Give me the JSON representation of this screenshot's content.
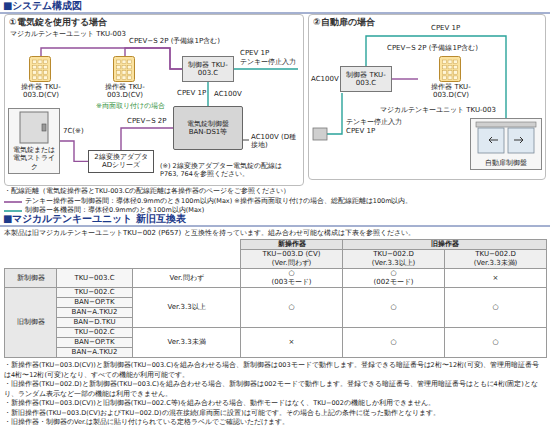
{
  "diagram": {
    "title": "■システム構成図",
    "nodes": [
      {
        "text": [
          "①電気錠を使用する場合"
        ]
      },
      {
        "text": [
          "操作器 TKU-003.D(CV)"
        ],
        "in": 0
      },
      {
        "text": [
          "操作器 TKU-003.D(CV)"
        ],
        "in": 0
      },
      {
        "text": [
          "制御器 TKU-003.C"
        ],
        "in": 0
      },
      {
        "text": [
          "電気錠制御盤 BAN-DS1等"
        ],
        "in": 0
      },
      {
        "text": [
          "2線変換アダプタ ADシリーズ"
        ],
        "in": 0
      },
      {
        "text": [
          "電気錠または電気ストライク"
        ],
        "in": 0
      },
      {
        "text": [
          "②自動扉の場合"
        ]
      },
      {
        "text": [
          "制御器 TKU-003.C"
        ],
        "in": 7
      },
      {
        "text": [
          "操作器 TKU-003.D(CV)"
        ],
        "in": 7
      },
      {
        "text": [
          "自動扉制御盤"
        ],
        "in": 7
      }
    ],
    "edges": [
      {
        "from": 1,
        "to": 3,
        "label": "CPEV−S 2P (予備線1P含む)",
        "arrow": "none"
      },
      {
        "from": 2,
        "to": 3,
        "arrow": "none"
      },
      {
        "from": 3,
        "to": 4,
        "label": "CPEV 1P",
        "arrow": "none"
      },
      {
        "from": 4,
        "to": 5,
        "label": "CPEV−S 2P",
        "arrow": "none"
      },
      {
        "from": 5,
        "to": 6,
        "label": "7C(※)",
        "arrow": "none"
      },
      {
        "from": 8,
        "to": 9,
        "label": "CPEV−S 2P (予備線1P含む)",
        "arrow": "none"
      },
      {
        "from": 8,
        "to": 10,
        "label": "CPEV 1P",
        "arrow": "none"
      }
    ],
    "labels": [
      "マジカルテンキーユニット TKU-003",
      "※両面取り付けの場合",
      "CPEV 1P",
      "テンキー停止入力",
      "AC100V",
      "AC100V (D種接地)",
      "(※) 2線変換アダプター電気錠の配線はP763, 764を参照ください。",
      "CPEV 1P",
      "テンキー停止入力",
      "AC100V",
      "マジカルテンキーユニット TKU-003",
      "・配線距離（電気錠操作器とTKU-003.Cの配線距離は各操作器のページをご参照ください）",
      "■マジカルテンキーユニット 新旧互換表",
      "本製品は旧マジカルテンキーユニットTKU−002 (P657) と互換性を持っています。組み合わせ可能な構成は下表を参照ください。",
      "新操作器",
      "旧操作器",
      "TKU−003.D (CV)",
      "(Ver.問わず)",
      "TKU−002.D",
      "(Ver.3.3以上)",
      "TKU−002.D",
      "(Ver.3.3未満)",
      "新制御器",
      "TKU−003.C",
      "Ver.問わず",
      "○",
      "(003モード)",
      "○",
      "(002モード)",
      "×",
      "旧制御器",
      "TKU−002.C",
      "BAN−OP.TK",
      "BAN−A.TKU2",
      "BAN−D.TKU",
      "Ver.3.3以上",
      "○",
      "○",
      "○",
      "TKU−002.C",
      "BAN−OP.TK",
      "BAN−A.TKU2",
      "Ver.3.3未満",
      "×",
      "○",
      "○",
      "・新操作器(TKU−003.D(CV))と新制御器(TKU−003.C)を組み合わせる場合、新制御器は003モードで動作します。登録できる暗証番号は2桁〜12桁(可変)、管理用暗証番号は4桁〜12桁(可変)となり、すべての機能が利用可能です。",
      "・旧操作器(TKU−002.D)と新制御器(TKU−003.C)を組み合わせる場合、新制御器は002モードで動作します。登録できる暗証番号、管理用暗証番号はともに4桁(固定)となり、ランダム表示など一部の機能は利用できません。",
      "・新操作器(TKU−003.D(CV))と旧制御器(TKU−002.C等)を組み合わせる場合、動作モードはなく、TKU−002の機能しか利用できません。",
      "・新旧操作器(TKU−003.D(CV)およびTKU−002.D)の混在接続(扉両面に設置)は可能です。その場合も上記の条件に従った動作となります。",
      "・旧操作器・制御器のVer.は製品に貼り付けられている定格ラベルでご確認いただけます。"
    ],
    "legend": [
      {
        "text": "テンキー操作器ー制御器間：導体径0.9mmのとき100m以内(Max) ※操作器両面取り付けの場合、総配線距離は100m以内。"
      },
      {
        "text": "制御器ー各機器間：導体径0.9mmのとき100m以内(Max)"
      }
    ]
  }
}
